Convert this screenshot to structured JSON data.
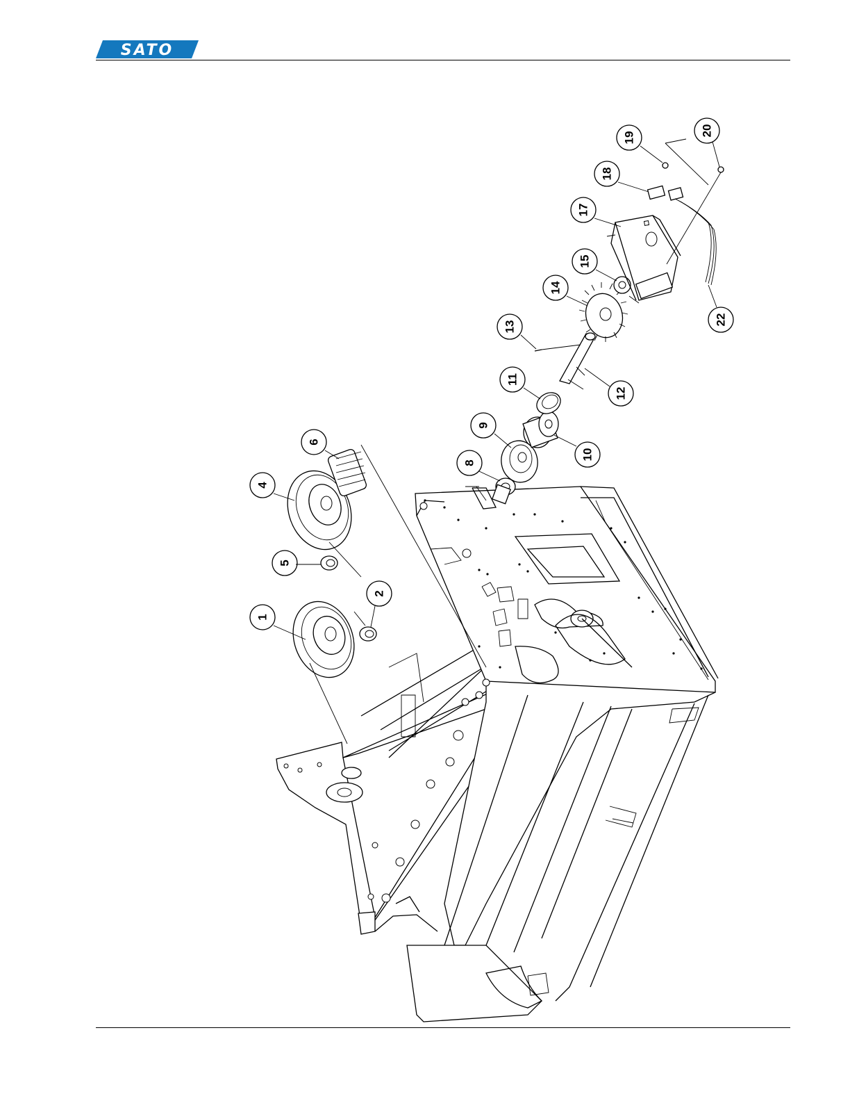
{
  "brand": {
    "logo_text": "SATO",
    "color": "#1478be"
  },
  "callouts": [
    {
      "num": "1"
    },
    {
      "num": "2"
    },
    {
      "num": "4"
    },
    {
      "num": "5"
    },
    {
      "num": "6"
    },
    {
      "num": "8"
    },
    {
      "num": "9"
    },
    {
      "num": "10"
    },
    {
      "num": "11"
    },
    {
      "num": "12"
    },
    {
      "num": "13"
    },
    {
      "num": "14"
    },
    {
      "num": "15"
    },
    {
      "num": "17"
    },
    {
      "num": "18"
    },
    {
      "num": "19"
    },
    {
      "num": "20"
    },
    {
      "num": "22"
    }
  ]
}
